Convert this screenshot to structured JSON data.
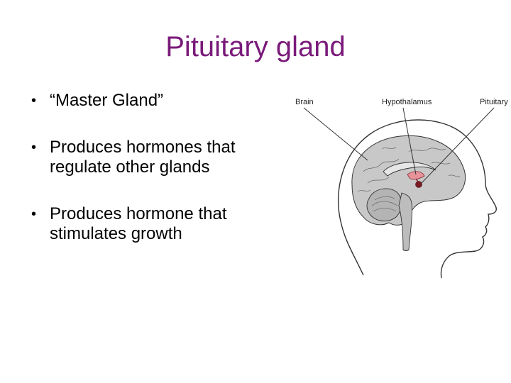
{
  "slide": {
    "title": "Pituitary gland",
    "bullets": [
      "“Master Gland”",
      "Produces hormones that regulate other glands",
      "Produces hormone that stimulates growth"
    ]
  },
  "figure": {
    "labels": {
      "brain": "Brain",
      "hypothalamus": "Hypothalamus",
      "pituitary": "Pituitary"
    },
    "colors": {
      "hypothalamus": "#e8929a",
      "pituitary": "#7a1a22",
      "brain_fill": "#c8c8c8",
      "outline": "#333333"
    }
  },
  "colors": {
    "title": "#7a1a7a"
  }
}
